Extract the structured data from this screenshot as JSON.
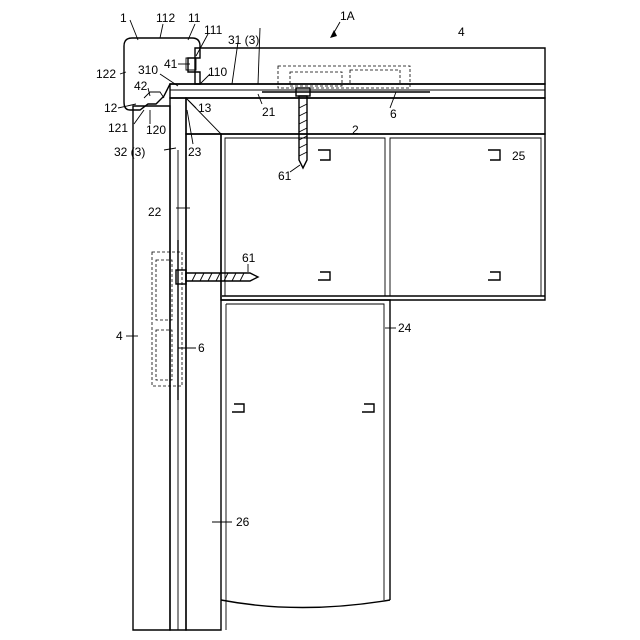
{
  "figure": {
    "ref": "1A",
    "labels": {
      "l1": "1",
      "l112": "112",
      "l11": "11",
      "l111": "111",
      "l31_3": "31 (3)",
      "l4_top": "4",
      "l122": "122",
      "l41": "41",
      "l310": "310",
      "l110": "110",
      "l42": "42",
      "l12": "12",
      "l13": "13",
      "l21": "21",
      "l6_top": "6",
      "l121": "121",
      "l120": "120",
      "l2": "2",
      "l25": "25",
      "l32_3": "32 (3)",
      "l23": "23",
      "l61_top": "61",
      "l22": "22",
      "l61_mid": "61",
      "l24": "24",
      "l4_left": "4",
      "l6_left": "6",
      "l26": "26"
    }
  }
}
